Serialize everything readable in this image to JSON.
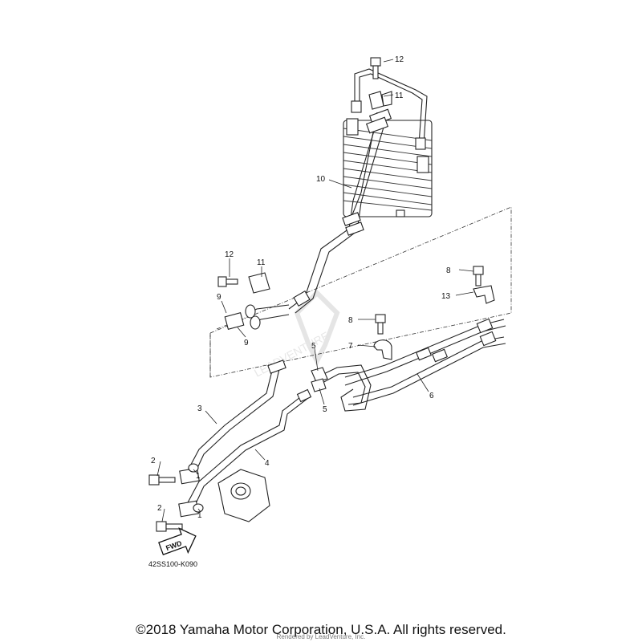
{
  "diagram": {
    "callouts": {
      "c1a": "1",
      "c1b": "1",
      "c2a": "2",
      "c2b": "2",
      "c3": "3",
      "c4": "4",
      "c5a": "5",
      "c5b": "5",
      "c6": "6",
      "c7": "7",
      "c8a": "8",
      "c8b": "8",
      "c9a": "9",
      "c9b": "9",
      "c10": "10",
      "c11a": "11",
      "c11b": "11",
      "c12a": "12",
      "c12b": "12",
      "c13": "13"
    },
    "fwd_label": "FWD",
    "diagram_code": "42SS100-K090",
    "watermark_text": "LEADVENTURE"
  },
  "footer": {
    "copyright": "©2018 Yamaha Motor Corporation, U.S.A. All rights reserved.",
    "rendered_by": "Rendered by LeadVenture, Inc."
  }
}
